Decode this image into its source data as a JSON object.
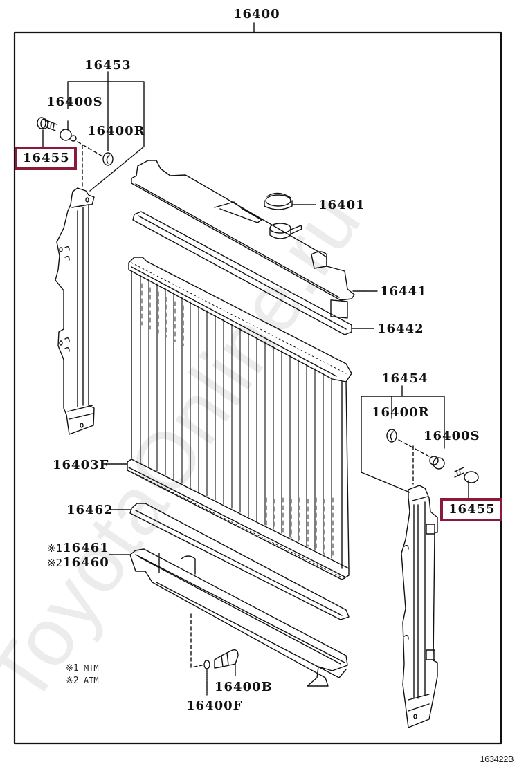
{
  "diagram": {
    "title_part": "16400",
    "watermark": "ToyotaOnline.ru",
    "drawing_code": "163422B",
    "highlight_color": "#8b1a3a",
    "labels": {
      "assembly": "16400",
      "left_bracket_set": "16453",
      "left_grommet_s": "16400S",
      "left_grommet_r": "16400R",
      "left_bolt": "16455",
      "cap": "16401",
      "upper_tank": "16441",
      "upper_gasket": "16442",
      "right_bracket_set": "16454",
      "right_grommet_r": "16400R",
      "right_grommet_s": "16400S",
      "right_bolt": "16455",
      "core": "16403F",
      "lower_gasket": "16462",
      "lower_tank_mtm_mark": "※1",
      "lower_tank_mtm": "16461",
      "lower_tank_atm_mark": "※2",
      "lower_tank_atm": "16460",
      "drain_cock": "16400B",
      "drain_gasket": "16400F"
    },
    "notes": [
      {
        "mark": "※1",
        "text": "MTM"
      },
      {
        "mark": "※2",
        "text": "ATM"
      }
    ]
  }
}
